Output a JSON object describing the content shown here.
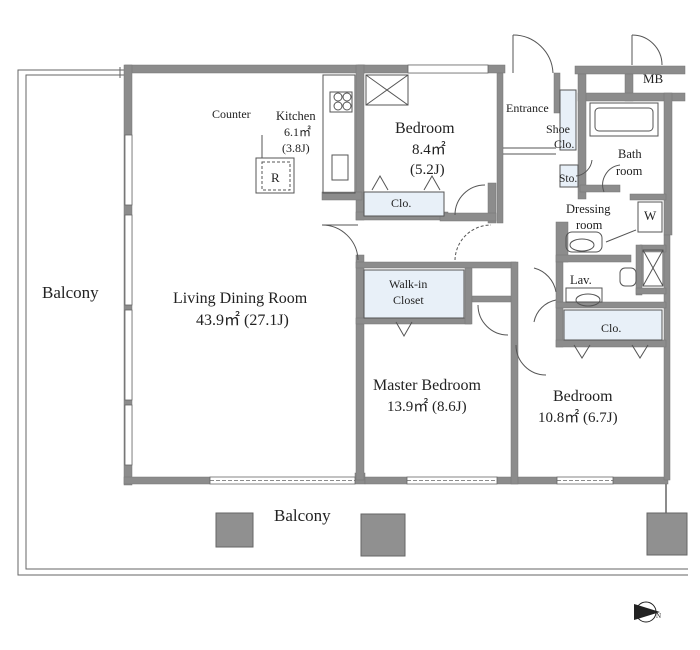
{
  "rooms": {
    "balcony_west": "Balcony",
    "balcony_south": "Balcony",
    "living": {
      "name": "Living Dining Room",
      "area": "43.9㎡ (27.1J)"
    },
    "kitchen": {
      "name": "Kitchen",
      "area": "6.1㎡",
      "jo": "(3.8J)"
    },
    "counter": "Counter",
    "fridge": "R",
    "bedroom_north": {
      "name": "Bedroom",
      "area": "8.4㎡",
      "jo": "(5.2J)"
    },
    "closet_north": "Clo.",
    "entrance": "Entrance",
    "shoe_closet": {
      "line1": "Shoe",
      "line2": "Clo."
    },
    "storage": "Sto.",
    "mb": "MB",
    "bathroom": {
      "line1": "Bath",
      "line2": "room"
    },
    "dressing": {
      "line1": "Dressing",
      "line2": "room"
    },
    "washer": "W",
    "lavatory": "Lav.",
    "closet_east": "Clo.",
    "walkin": {
      "line1": "Walk-in",
      "line2": "Closet"
    },
    "master": {
      "name": "Master Bedroom",
      "area": "13.9㎡ (8.6J)"
    },
    "bedroom_east": {
      "name": "Bedroom",
      "area": "10.8㎡ (6.7J)"
    }
  },
  "compass": {
    "letter": "N"
  },
  "colors": {
    "wall": "#8c8c8c",
    "storage_fill": "#e8f0f8",
    "line": "#555555"
  }
}
